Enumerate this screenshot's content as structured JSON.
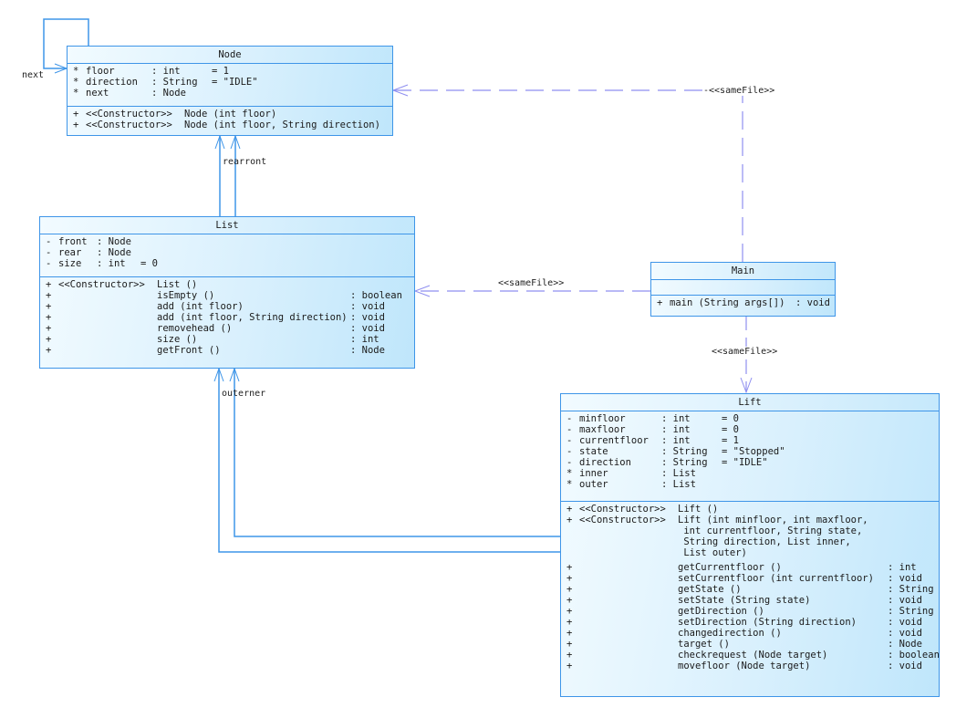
{
  "diagram": {
    "type": "UML class diagram",
    "classes": {
      "node": {
        "name": "Node",
        "attributes": [
          {
            "vis": "*",
            "name": "floor",
            "type": ": int",
            "init": "= 1"
          },
          {
            "vis": "*",
            "name": "direction",
            "type": ": String",
            "init": "= \"IDLE\""
          },
          {
            "vis": "*",
            "name": "next",
            "type": ": Node",
            "init": ""
          }
        ],
        "methods": [
          {
            "vis": "+",
            "stereo": "<<Constructor>>",
            "sig": "Node (int floor)",
            "ret": ""
          },
          {
            "vis": "+",
            "stereo": "<<Constructor>>",
            "sig": "Node (int floor, String direction)",
            "ret": ""
          }
        ]
      },
      "list": {
        "name": "List",
        "attributes": [
          {
            "vis": "-",
            "name": "front",
            "type": ": Node",
            "init": ""
          },
          {
            "vis": "-",
            "name": "rear",
            "type": ": Node",
            "init": ""
          },
          {
            "vis": "-",
            "name": "size",
            "type": ": int",
            "init": "= 0"
          }
        ],
        "methods": [
          {
            "vis": "+",
            "stereo": "<<Constructor>>",
            "sig": "List ()",
            "ret": ""
          },
          {
            "vis": "+",
            "stereo": "",
            "sig": "isEmpty ()",
            "ret": ": boolean"
          },
          {
            "vis": "+",
            "stereo": "",
            "sig": "add (int floor)",
            "ret": ": void"
          },
          {
            "vis": "+",
            "stereo": "",
            "sig": "add (int floor, String direction)",
            "ret": ": void"
          },
          {
            "vis": "+",
            "stereo": "",
            "sig": "removehead ()",
            "ret": ": void"
          },
          {
            "vis": "+",
            "stereo": "",
            "sig": "size ()",
            "ret": ": int"
          },
          {
            "vis": "+",
            "stereo": "",
            "sig": "getFront ()",
            "ret": ": Node"
          }
        ]
      },
      "main": {
        "name": "Main",
        "methods": [
          {
            "vis": "+",
            "sig": "main (String args[])",
            "ret": ": void"
          }
        ]
      },
      "lift": {
        "name": "Lift",
        "attributes": [
          {
            "vis": "-",
            "name": "minfloor",
            "type": ": int",
            "init": "= 0"
          },
          {
            "vis": "-",
            "name": "maxfloor",
            "type": ": int",
            "init": "= 0"
          },
          {
            "vis": "-",
            "name": "currentfloor",
            "type": ": int",
            "init": "= 1"
          },
          {
            "vis": "-",
            "name": "state",
            "type": ": String",
            "init": "= \"Stopped\""
          },
          {
            "vis": "-",
            "name": "direction",
            "type": ": String",
            "init": "= \"IDLE\""
          },
          {
            "vis": "*",
            "name": "inner",
            "type": ": List",
            "init": ""
          },
          {
            "vis": "*",
            "name": "outer",
            "type": ": List",
            "init": ""
          }
        ],
        "constructors": [
          {
            "vis": "+",
            "stereo": "<<Constructor>>",
            "lines": [
              "Lift ()"
            ]
          },
          {
            "vis": "+",
            "stereo": "<<Constructor>>",
            "lines": [
              "Lift (int minfloor, int maxfloor,",
              " int currentfloor, String state,",
              " String direction, List inner,",
              " List outer)"
            ]
          }
        ],
        "methods": [
          {
            "vis": "+",
            "sig": "getCurrentfloor ()",
            "ret": ": int"
          },
          {
            "vis": "+",
            "sig": "setCurrentfloor (int currentfloor)",
            "ret": ": void"
          },
          {
            "vis": "+",
            "sig": "getState ()",
            "ret": ": String"
          },
          {
            "vis": "+",
            "sig": "setState (String state)",
            "ret": ": void"
          },
          {
            "vis": "+",
            "sig": "getDirection ()",
            "ret": ": String"
          },
          {
            "vis": "+",
            "sig": "setDirection (String direction)",
            "ret": ": void"
          },
          {
            "vis": "+",
            "sig": "changedirection ()",
            "ret": ": void"
          },
          {
            "vis": "+",
            "sig": "target ()",
            "ret": ": Node"
          },
          {
            "vis": "+",
            "sig": "checkrequest (Node target)",
            "ret": ": boolean"
          },
          {
            "vis": "+",
            "sig": "movefloor (Node target)",
            "ret": ": void"
          }
        ]
      }
    },
    "relations": {
      "node_next_label": "next",
      "list_to_node_label": "rearront",
      "lift_to_list_label": "outerner",
      "main_to_node_label": "-<<sameFile>>",
      "main_to_list_label": "<<sameFile>>",
      "main_to_lift_label": "<<sameFile>>"
    },
    "colors": {
      "class_border": "#3e95e8",
      "association": "#3e95e8",
      "dependency": "#8f8ff0"
    }
  }
}
